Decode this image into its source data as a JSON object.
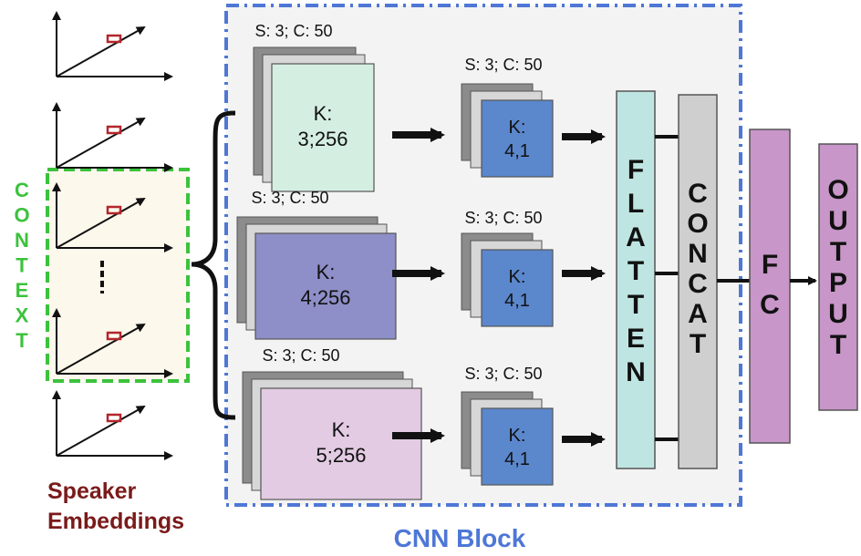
{
  "colors": {
    "embed_accent": "#b3262b",
    "context_border": "#3cc23c",
    "context_bg": "#fdf8ec",
    "context_text": "#3cc23c",
    "cnn_border": "#4e77d6",
    "cnn_bg": "#f3f3f3",
    "cnn_text": "#4e77d6",
    "speaker_text": "#7b1a1a",
    "kernel_1": "#d5eee2",
    "kernel_2": "#8e8ec8",
    "kernel_3": "#e2cbe3",
    "small_kernel": "#5b87cc",
    "flatten_fill": "#bfe5e3",
    "concat_fill": "#cfcfcf",
    "fc_fill": "#c896c8",
    "output_fill": "#c896c8"
  },
  "labels": {
    "context": "CONTEXT",
    "speaker_line1": "Speaker",
    "speaker_line2": "Embeddings",
    "cnn_block": "CNN Block",
    "dots": "|"
  },
  "branches": [
    {
      "big_sc": "S: 3; C: 50",
      "big_k1": "K:",
      "big_k2": "3;256",
      "small_sc": "S: 3; C: 50",
      "small_k1": "K:",
      "small_k2": "4,1"
    },
    {
      "big_sc": "S: 3; C: 50",
      "big_k1": "K:",
      "big_k2": "4;256",
      "small_sc": "S: 3; C: 50",
      "small_k1": "K:",
      "small_k2": "4,1"
    },
    {
      "big_sc": "S: 3; C: 50",
      "big_k1": "K:",
      "big_k2": "5;256",
      "small_sc": "S: 3; C: 50",
      "small_k1": "K:",
      "small_k2": "4,1"
    }
  ],
  "layers": {
    "flatten": "FLATTEN",
    "concat": "CONCAT",
    "fc": "FC",
    "output": "OUTPUT"
  }
}
